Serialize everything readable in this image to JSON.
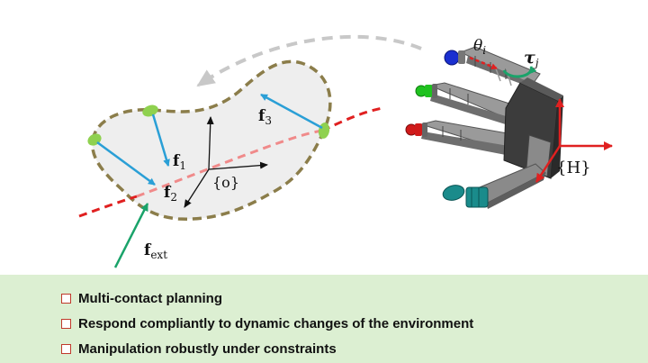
{
  "diagram": {
    "labels": {
      "f1": "f",
      "f1_sub": "1",
      "f2": "f",
      "f2_sub": "2",
      "f3": "f",
      "f3_sub": "3",
      "fext": "f",
      "fext_sub": "ext",
      "object_frame": "{o}",
      "hand_frame": "{H}",
      "theta": "θ",
      "theta_sub": "i",
      "tau": "τ",
      "tau_sub": "j"
    },
    "colors": {
      "object_fill": "#eeeeee",
      "object_outline": "#8b7d4a",
      "trajectory": "#e02020",
      "trajectory_inside": "#f08a8a",
      "contact_force": "#2a9fd6",
      "external_force": "#1aa36a",
      "contact_patch": "#8fd14f",
      "motion_arrow": "#c8c8c8",
      "hand_frame": "#e02020",
      "torque": "#1aa36a",
      "fingertip_index": "#1a2fd0",
      "fingertip_middle": "#1fc21f",
      "fingertip_ring": "#d01a1a",
      "fingertip_thumb": "#1a8b8b",
      "panel_bg": "#dcefd2",
      "checkbox": "#c0392b"
    }
  },
  "bullets": [
    "Multi-contact planning",
    "Respond compliantly to dynamic changes of the environment",
    "Manipulation robustly under constraints"
  ]
}
